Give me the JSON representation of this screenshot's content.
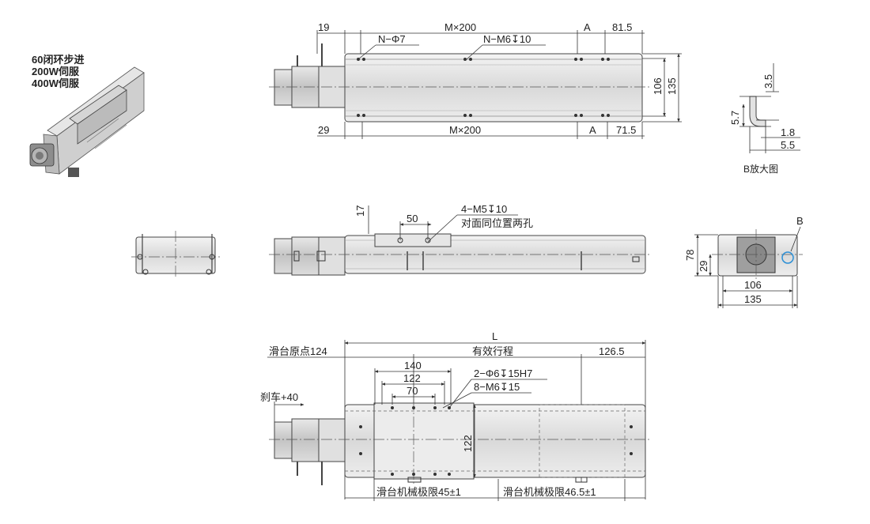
{
  "motor_options": [
    "60闭环步进",
    "200W伺服",
    "400W伺服"
  ],
  "top_view": {
    "dim_19": "19",
    "dim_m200_top": "M×200",
    "dim_a_top": "A",
    "dim_81_5": "81.5",
    "callout_nphi7": "N−Φ7",
    "callout_nm6": "N−M6↧10",
    "dim_29": "29",
    "dim_m200_bottom": "M×200",
    "dim_a_bottom": "A",
    "dim_71_5": "71.5",
    "dim_106": "106",
    "dim_135": "135"
  },
  "detail_b": {
    "dim_3_5": "3.5",
    "dim_5_7": "5.7",
    "dim_1_8": "1.8",
    "dim_5_5": "5.5",
    "caption": "B放大图"
  },
  "side_view": {
    "dim_17": "17",
    "dim_50": "50",
    "callout_m5": "4−M5↧10",
    "callout_m5_note": "对面同位置两孔"
  },
  "end_view": {
    "label_b": "B",
    "dim_78": "78",
    "dim_29": "29",
    "dim_106": "106",
    "dim_135": "135"
  },
  "bottom_view": {
    "dim_l": "L",
    "origin_label": "滑台原点124",
    "stroke_label": "有效行程",
    "dim_126_5": "126.5",
    "dim_140": "140",
    "dim_122_h": "122",
    "dim_70": "70",
    "callout_phi6": "2−Φ6↧15H7",
    "callout_m6": "8−M6↧15",
    "brake_label": "刹车+40",
    "dim_122_v": "122",
    "limit_45": "滑台机械极限45±1",
    "limit_46_5": "滑台机械极限46.5±1"
  }
}
